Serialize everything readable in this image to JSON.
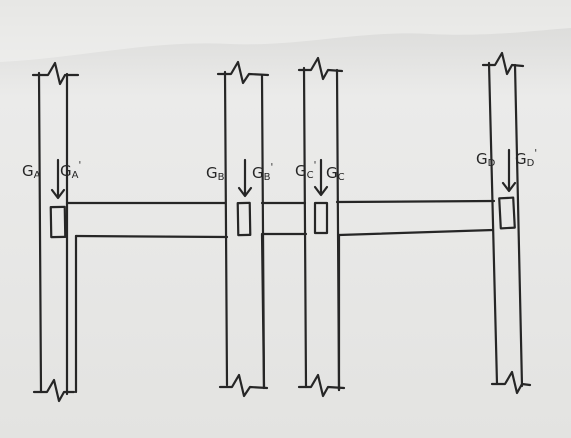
{
  "diagram": {
    "type": "hand-drawn structural frame sketch",
    "ink_color": "#262626",
    "paper_color": "#e8e8e6",
    "columns": [
      "A",
      "B",
      "C",
      "D"
    ],
    "labels": [
      {
        "id": "label-GA",
        "main": "G",
        "sub": "A",
        "prime": ""
      },
      {
        "id": "label-GA2",
        "main": "G",
        "sub": "A",
        "prime": "'"
      },
      {
        "id": "label-GB",
        "main": "G",
        "sub": "B",
        "prime": ""
      },
      {
        "id": "label-GB2",
        "main": "G",
        "sub": "B",
        "prime": "'"
      },
      {
        "id": "label-GC2",
        "main": "G",
        "sub": "C",
        "prime": "'"
      },
      {
        "id": "label-GC",
        "main": "G",
        "sub": "C",
        "prime": ""
      },
      {
        "id": "label-GD",
        "main": "G",
        "sub": "D",
        "prime": ""
      },
      {
        "id": "label-GD2",
        "main": "G",
        "sub": "D",
        "prime": "'"
      }
    ]
  }
}
